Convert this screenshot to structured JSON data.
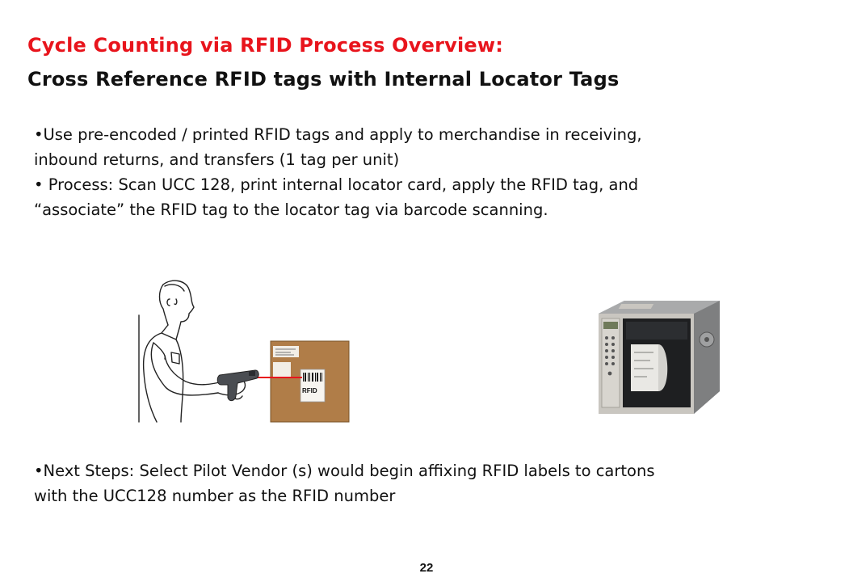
{
  "header": {
    "title": "Cycle Counting via RFID Process Overview:",
    "subtitle": "Cross Reference RFID tags with Internal Locator Tags",
    "title_color": "#e8141c",
    "subtitle_color": "#111111"
  },
  "bullets_top": [
    "•Use pre-encoded / printed RFID tags and apply to merchandise in receiving,",
    "inbound returns, and transfers (1 tag per unit)",
    "• Process:  Scan UCC 128, print internal locator card, apply the RFID tag, and",
    "“associate” the RFID tag to the locator tag via barcode scanning."
  ],
  "illustrations": {
    "scan_box_label": "RFID"
  },
  "bullets_bottom": [
    "•Next Steps: Select Pilot Vendor (s) would begin affixing RFID labels to cartons",
    "with the UCC128 number as the RFID number"
  ],
  "footer": {
    "page_number": "22"
  }
}
